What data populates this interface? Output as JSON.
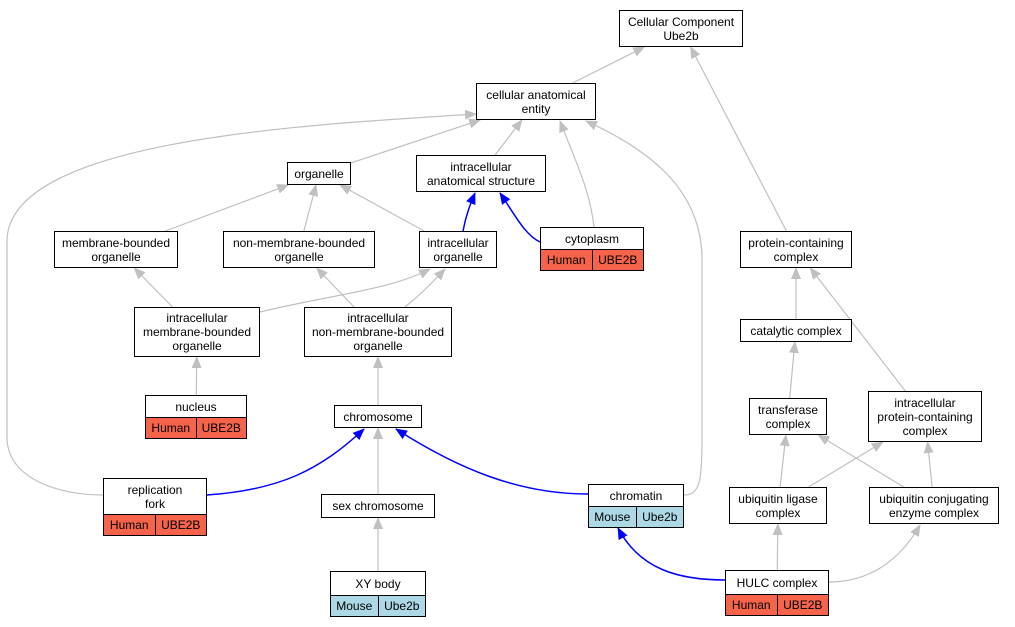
{
  "colors": {
    "edge": "#c0c0c0",
    "edge_highlight": "#0000ff",
    "human_tag": "#f4634a",
    "mouse_tag": "#add8e6"
  },
  "nodes": {
    "cellular_component": {
      "lines": [
        "Cellular Component",
        "Ube2b"
      ]
    },
    "cellular_anatomical_entity": {
      "lines": [
        "cellular anatomical",
        "entity"
      ]
    },
    "organelle": {
      "lines": [
        "organelle"
      ]
    },
    "intracellular_anatomical_structure": {
      "lines": [
        "intracellular",
        "anatomical structure"
      ]
    },
    "membrane_bounded_organelle": {
      "lines": [
        "membrane-bounded",
        "organelle"
      ]
    },
    "non_membrane_bounded_organelle": {
      "lines": [
        "non-membrane-bounded",
        "organelle"
      ]
    },
    "intracellular_organelle": {
      "lines": [
        "intracellular",
        "organelle"
      ]
    },
    "cytoplasm": {
      "lines": [
        "cytoplasm"
      ],
      "tags": [
        "Human",
        "UBE2B"
      ],
      "species": "human"
    },
    "protein_containing_complex": {
      "lines": [
        "protein-containing",
        "complex"
      ]
    },
    "intracellular_membrane_bounded_organelle": {
      "lines": [
        "intracellular",
        "membrane-bounded",
        "organelle"
      ]
    },
    "intracellular_non_membrane_bounded_organelle": {
      "lines": [
        "intracellular",
        "non-membrane-bounded",
        "organelle"
      ]
    },
    "catalytic_complex": {
      "lines": [
        "catalytic complex"
      ]
    },
    "nucleus": {
      "lines": [
        "nucleus"
      ],
      "tags": [
        "Human",
        "UBE2B"
      ],
      "species": "human"
    },
    "chromosome": {
      "lines": [
        "chromosome"
      ]
    },
    "transferase_complex": {
      "lines": [
        "transferase",
        "complex"
      ]
    },
    "intracellular_protein_containing_complex": {
      "lines": [
        "intracellular",
        "protein-containing",
        "complex"
      ]
    },
    "replication_fork": {
      "lines": [
        "replication",
        "fork"
      ],
      "tags": [
        "Human",
        "UBE2B"
      ],
      "species": "human"
    },
    "sex_chromosome": {
      "lines": [
        "sex chromosome"
      ]
    },
    "chromatin": {
      "lines": [
        "chromatin"
      ],
      "tags": [
        "Mouse",
        "Ube2b"
      ],
      "species": "mouse"
    },
    "ubiquitin_ligase_complex": {
      "lines": [
        "ubiquitin ligase",
        "complex"
      ]
    },
    "ubiquitin_conjugating_enzyme_complex": {
      "lines": [
        "ubiquitin conjugating",
        "enzyme complex"
      ]
    },
    "xy_body": {
      "lines": [
        "XY body"
      ],
      "tags": [
        "Mouse",
        "Ube2b"
      ],
      "species": "mouse"
    },
    "hulc_complex": {
      "lines": [
        "HULC complex"
      ],
      "tags": [
        "Human",
        "UBE2B"
      ],
      "species": "human"
    }
  },
  "edges": [
    {
      "from": "cellular_anatomical_entity",
      "to": "cellular_component",
      "highlight": false
    },
    {
      "from": "protein_containing_complex",
      "to": "cellular_component",
      "highlight": false
    },
    {
      "from": "organelle",
      "to": "cellular_anatomical_entity",
      "highlight": false
    },
    {
      "from": "intracellular_anatomical_structure",
      "to": "cellular_anatomical_entity",
      "highlight": false
    },
    {
      "from": "cytoplasm",
      "to": "cellular_anatomical_entity",
      "highlight": false
    },
    {
      "from": "replication_fork",
      "to": "cellular_anatomical_entity",
      "highlight": false
    },
    {
      "from": "chromatin",
      "to": "cellular_anatomical_entity",
      "highlight": false
    },
    {
      "from": "membrane_bounded_organelle",
      "to": "organelle",
      "highlight": false
    },
    {
      "from": "non_membrane_bounded_organelle",
      "to": "organelle",
      "highlight": false
    },
    {
      "from": "intracellular_organelle",
      "to": "organelle",
      "highlight": false
    },
    {
      "from": "intracellular_organelle",
      "to": "intracellular_anatomical_structure",
      "highlight": true
    },
    {
      "from": "cytoplasm",
      "to": "intracellular_anatomical_structure",
      "highlight": true
    },
    {
      "from": "intracellular_membrane_bounded_organelle",
      "to": "membrane_bounded_organelle",
      "highlight": false
    },
    {
      "from": "intracellular_membrane_bounded_organelle",
      "to": "intracellular_organelle",
      "highlight": false
    },
    {
      "from": "intracellular_non_membrane_bounded_organelle",
      "to": "non_membrane_bounded_organelle",
      "highlight": false
    },
    {
      "from": "intracellular_non_membrane_bounded_organelle",
      "to": "intracellular_organelle",
      "highlight": false
    },
    {
      "from": "nucleus",
      "to": "intracellular_membrane_bounded_organelle",
      "highlight": false
    },
    {
      "from": "chromosome",
      "to": "intracellular_non_membrane_bounded_organelle",
      "highlight": false
    },
    {
      "from": "replication_fork",
      "to": "chromosome",
      "highlight": true
    },
    {
      "from": "sex_chromosome",
      "to": "chromosome",
      "highlight": false
    },
    {
      "from": "chromatin",
      "to": "chromosome",
      "highlight": true
    },
    {
      "from": "xy_body",
      "to": "sex_chromosome",
      "highlight": false
    },
    {
      "from": "hulc_complex",
      "to": "chromatin",
      "highlight": true
    },
    {
      "from": "catalytic_complex",
      "to": "protein_containing_complex",
      "highlight": false
    },
    {
      "from": "intracellular_protein_containing_complex",
      "to": "protein_containing_complex",
      "highlight": false
    },
    {
      "from": "transferase_complex",
      "to": "catalytic_complex",
      "highlight": false
    },
    {
      "from": "ubiquitin_ligase_complex",
      "to": "transferase_complex",
      "highlight": false
    },
    {
      "from": "ubiquitin_conjugating_enzyme_complex",
      "to": "transferase_complex",
      "highlight": false
    },
    {
      "from": "ubiquitin_ligase_complex",
      "to": "intracellular_protein_containing_complex",
      "highlight": false
    },
    {
      "from": "ubiquitin_conjugating_enzyme_complex",
      "to": "intracellular_protein_containing_complex",
      "highlight": false
    },
    {
      "from": "hulc_complex",
      "to": "ubiquitin_ligase_complex",
      "highlight": false
    },
    {
      "from": "hulc_complex",
      "to": "ubiquitin_conjugating_enzyme_complex",
      "highlight": false
    }
  ]
}
